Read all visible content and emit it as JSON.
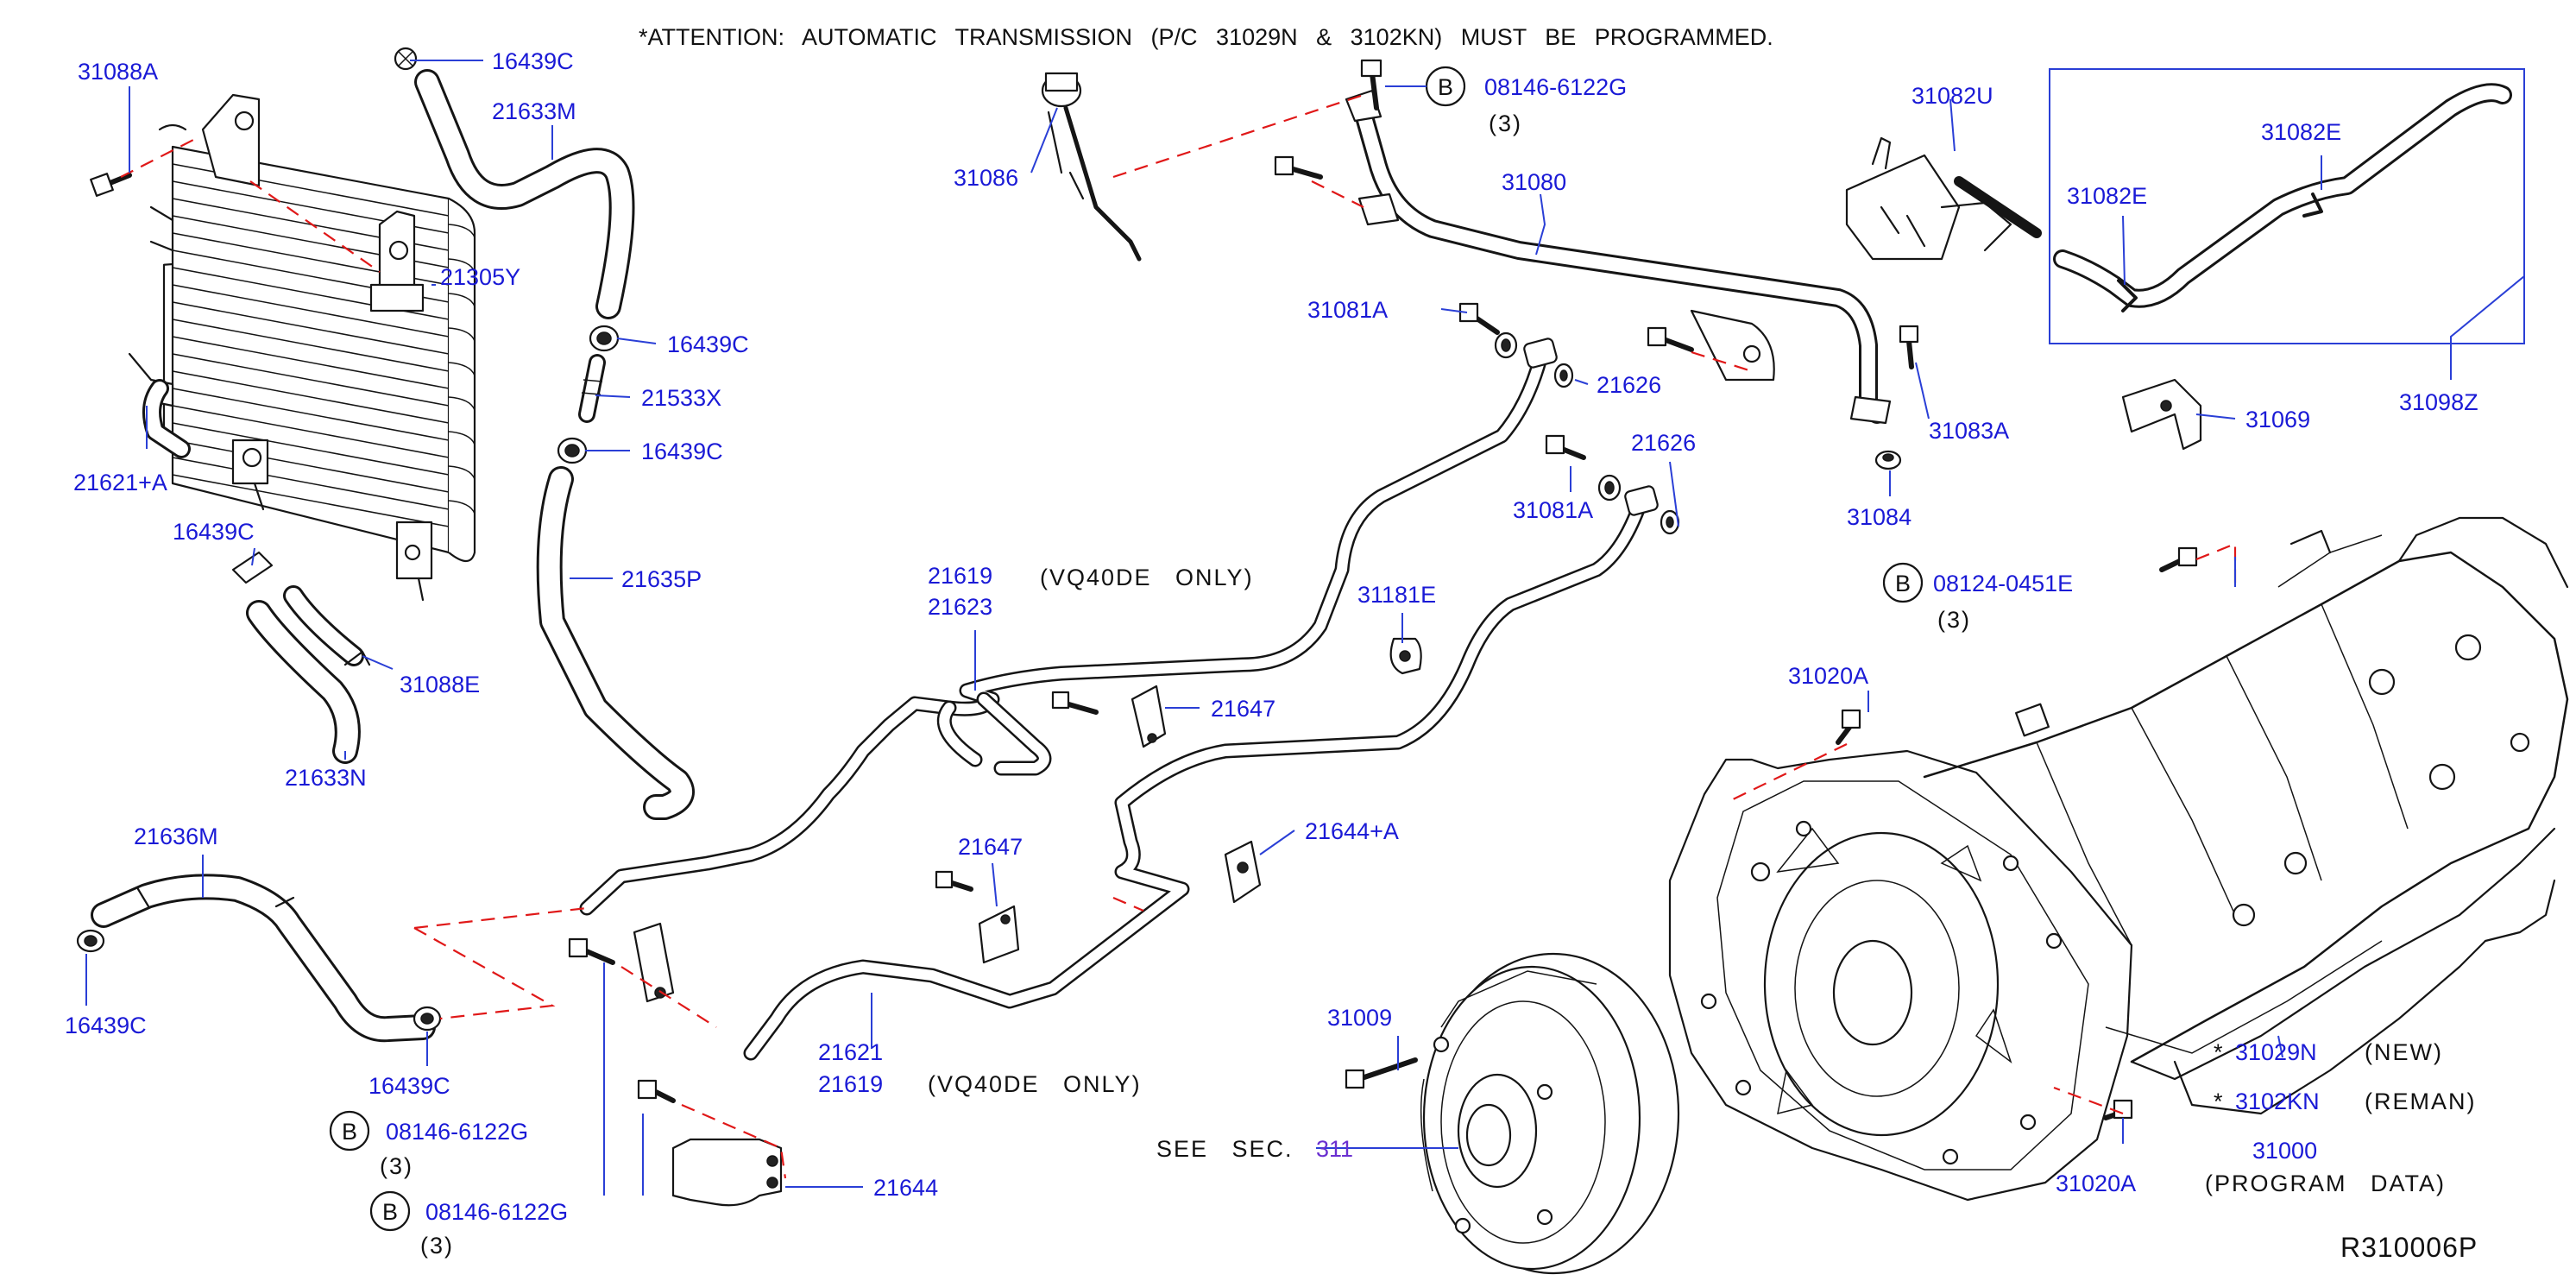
{
  "attention_note": "*ATTENTION: AUTOMATIC TRANSMISSION (P/C 31029N & 3102KN) MUST BE PROGRAMMED.",
  "diagram_ref": "R310006P",
  "see_sec": {
    "label": "SEE SEC.",
    "section": "311"
  },
  "bolt_callouts": [
    {
      "marker": "B",
      "part": "08146-6122G",
      "qty": "(3)"
    },
    {
      "marker": "B",
      "part": "08124-0451E",
      "qty": "(3)"
    },
    {
      "marker": "B",
      "part": "08146-6122G",
      "qty": "(3)"
    },
    {
      "marker": "B",
      "part": "08146-6122G",
      "qty": "(3)"
    }
  ],
  "labels": {
    "p31088A": "31088A",
    "p16439C_a": "16439C",
    "p21633M": "21633M",
    "p21305Y": "21305Y",
    "p16439C_b": "16439C",
    "p21533X": "21533X",
    "p16439C_c": "16439C",
    "p21621A": "21621+A",
    "p16439C_d": "16439C",
    "p21635P": "21635P",
    "p31088E": "31088E",
    "p21633N": "21633N",
    "p21636M": "21636M",
    "p16439C_e": "16439C",
    "p16439C_f": "16439C",
    "p31086": "31086",
    "p31080": "31080",
    "p31081A_a": "31081A",
    "p21626_a": "21626",
    "p21626_b": "21626",
    "p31081A_b": "31081A",
    "p31083A": "31083A",
    "p31084": "31084",
    "p31082U": "31082U",
    "p31082E_a": "31082E",
    "p31082E_b": "31082E",
    "p31069": "31069",
    "p31098Z": "31098Z",
    "p21619_a": "21619",
    "p21623": "21623",
    "vq_only_a": "(VQ40DE ONLY)",
    "p31181E": "31181E",
    "p21647_a": "21647",
    "p21647_b": "21647",
    "p21644A": "21644+A",
    "p21621": "21621",
    "p21619_b": "21619",
    "vq_only_b": "(VQ40DE ONLY)",
    "p21644": "21644",
    "p31009": "31009",
    "p31020A_a": "31020A",
    "p31020A_b": "31020A"
  },
  "transmission_legend": [
    {
      "mark": "*",
      "part": "31029N",
      "note": "(NEW)"
    },
    {
      "mark": "*",
      "part": "3102KN",
      "note": "(REMAN)"
    },
    {
      "mark": "",
      "part": "31000",
      "note": "(PROGRAM DATA)"
    }
  ]
}
